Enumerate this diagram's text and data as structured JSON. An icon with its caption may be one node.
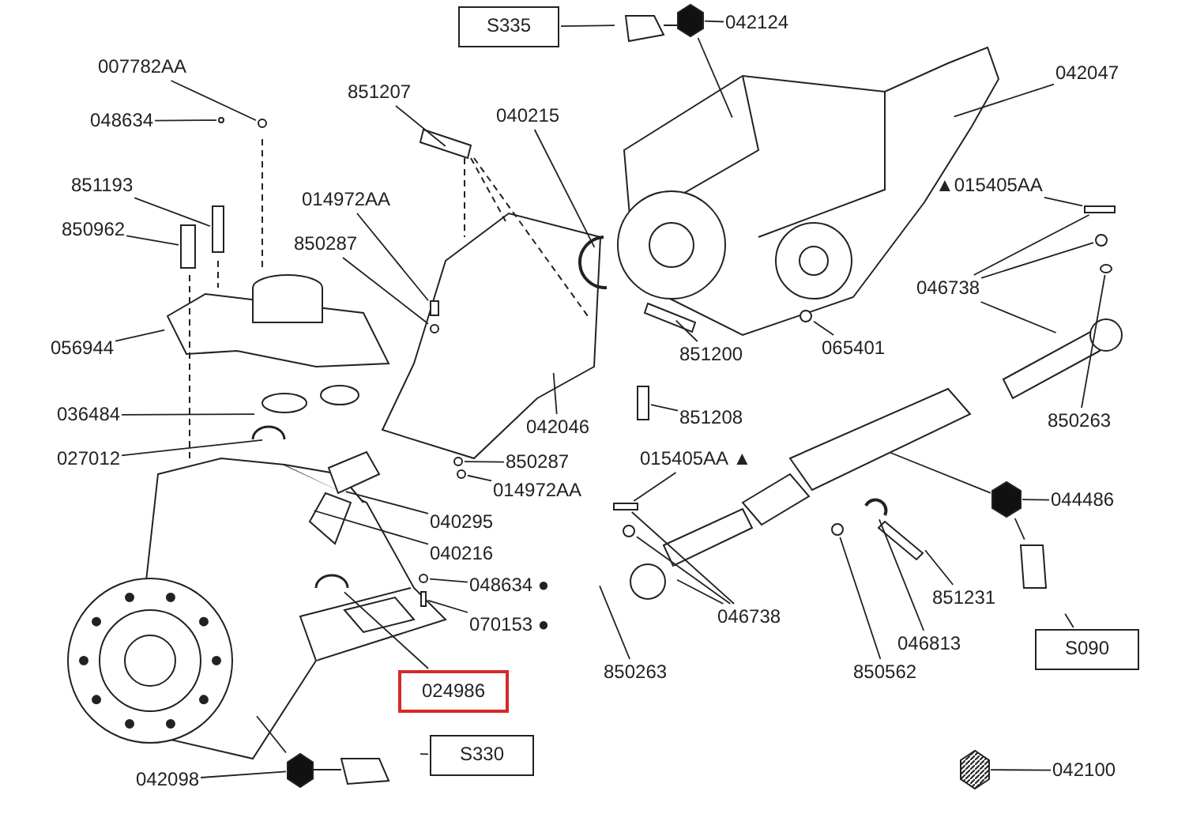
{
  "diagram": {
    "nodes": [
      {
        "text": [
          "S335"
        ]
      },
      {
        "text": [
          "042124"
        ]
      },
      {
        "text": [
          "007782AA"
        ]
      },
      {
        "text": [
          "048634"
        ]
      },
      {
        "text": [
          "851207"
        ]
      },
      {
        "text": [
          "040215"
        ]
      },
      {
        "text": [
          "042047"
        ]
      },
      {
        "text": [
          "851193"
        ]
      },
      {
        "text": [
          "014972AA"
        ]
      },
      {
        "text": [
          "850962"
        ]
      },
      {
        "text": [
          "▲015405AA"
        ]
      },
      {
        "text": [
          "850287"
        ]
      },
      {
        "text": [
          "046738"
        ]
      },
      {
        "text": [
          "056944"
        ]
      },
      {
        "text": [
          "851200"
        ]
      },
      {
        "text": [
          "065401"
        ]
      },
      {
        "text": [
          "850263"
        ]
      },
      {
        "text": [
          "036484"
        ]
      },
      {
        "text": [
          "042046"
        ]
      },
      {
        "text": [
          "851208"
        ]
      },
      {
        "text": [
          "027012"
        ]
      },
      {
        "text": [
          "850287"
        ]
      },
      {
        "text": [
          "015405AA ▲"
        ]
      },
      {
        "text": [
          "014972AA"
        ]
      },
      {
        "text": [
          "044486"
        ]
      },
      {
        "text": [
          "040295"
        ]
      },
      {
        "text": [
          "040216"
        ]
      },
      {
        "text": [
          "046738"
        ]
      },
      {
        "text": [
          "048634 ●"
        ]
      },
      {
        "text": [
          "851231"
        ]
      },
      {
        "text": [
          "070153 ●"
        ]
      },
      {
        "text": [
          "S090"
        ]
      },
      {
        "text": [
          "046813"
        ]
      },
      {
        "text": [
          "850263"
        ]
      },
      {
        "text": [
          "024986"
        ]
      },
      {
        "text": [
          "850562"
        ]
      },
      {
        "text": [
          "S330"
        ]
      },
      {
        "text": [
          "042098"
        ]
      },
      {
        "text": [
          "042100"
        ]
      },
      {
        "text": [],
        "shape": "hexagon"
      },
      {
        "text": [],
        "shape": "circle"
      },
      {
        "text": [],
        "shape": "circle"
      },
      {
        "text": [],
        "shape": "bar"
      },
      {
        "text": [],
        "shape": "bar"
      },
      {
        "text": [],
        "shape": "bar"
      },
      {
        "text": [],
        "shape": "circle"
      },
      {
        "text": [],
        "shape": "circle"
      },
      {
        "text": [],
        "shape": "circle"
      },
      {
        "text": [],
        "shape": "circle"
      },
      {
        "text": [],
        "shape": "bar"
      },
      {
        "text": [],
        "shape": "circle"
      },
      {
        "text": [],
        "shape": "circle"
      },
      {
        "text": [],
        "shape": "circle"
      },
      {
        "text": [],
        "shape": "bar"
      },
      {
        "text": [],
        "shape": "circle"
      },
      {
        "text": [],
        "shape": "hexagon"
      },
      {
        "text": [],
        "shape": "hexagon"
      },
      {
        "text": [],
        "shape": "hexagon"
      },
      {
        "text": [],
        "shape": "bar"
      },
      {
        "text": [],
        "shape": "circle"
      },
      {
        "text": [],
        "shape": "bar"
      }
    ],
    "edges": [
      {
        "from": 0,
        "to": null,
        "arrow": "none"
      },
      {
        "from": 1,
        "to": 39,
        "arrow": "none"
      },
      {
        "from": 2,
        "to": 40,
        "arrow": "none"
      },
      {
        "from": 3,
        "to": 41,
        "arrow": "none"
      },
      {
        "from": 4,
        "to": null,
        "arrow": "none"
      },
      {
        "from": 5,
        "to": null,
        "arrow": "none"
      },
      {
        "from": 6,
        "to": null,
        "arrow": "none"
      },
      {
        "from": 7,
        "to": 42,
        "arrow": "none"
      },
      {
        "from": 8,
        "to": 44,
        "arrow": "none"
      },
      {
        "from": 9,
        "to": 43,
        "arrow": "none"
      },
      {
        "from": 10,
        "to": 58,
        "arrow": "none"
      },
      {
        "from": 11,
        "to": 45,
        "arrow": "none"
      },
      {
        "from": 12,
        "to": 58,
        "arrow": "none"
      },
      {
        "from": 12,
        "to": 46,
        "arrow": "none"
      },
      {
        "from": 12,
        "to": null,
        "arrow": "none"
      },
      {
        "from": 13,
        "to": null,
        "arrow": "none"
      },
      {
        "from": 14,
        "to": null,
        "arrow": "none"
      },
      {
        "from": 15,
        "to": 47,
        "arrow": "none"
      },
      {
        "from": 16,
        "to": 48,
        "arrow": "none"
      },
      {
        "from": 17,
        "to": null,
        "arrow": "none"
      },
      {
        "from": 18,
        "to": null,
        "arrow": "none"
      },
      {
        "from": 19,
        "to": 49,
        "arrow": "none"
      },
      {
        "from": 20,
        "to": null,
        "arrow": "none"
      },
      {
        "from": 21,
        "to": 50,
        "arrow": "none"
      },
      {
        "from": 22,
        "to": 60,
        "arrow": "none"
      },
      {
        "from": 23,
        "to": 51,
        "arrow": "none"
      },
      {
        "from": 24,
        "to": 55,
        "arrow": "none"
      },
      {
        "from": 25,
        "to": null,
        "arrow": "none"
      },
      {
        "from": 26,
        "to": null,
        "arrow": "none"
      },
      {
        "from": 27,
        "to": 60,
        "arrow": "none"
      },
      {
        "from": 27,
        "to": 59,
        "arrow": "none"
      },
      {
        "from": 27,
        "to": null,
        "arrow": "none"
      },
      {
        "from": 28,
        "to": 52,
        "arrow": "none"
      },
      {
        "from": 29,
        "to": null,
        "arrow": "none"
      },
      {
        "from": 30,
        "to": 53,
        "arrow": "none"
      },
      {
        "from": 31,
        "to": null,
        "arrow": "none"
      },
      {
        "from": 32,
        "to": null,
        "arrow": "none"
      },
      {
        "from": 33,
        "to": null,
        "arrow": "none"
      },
      {
        "from": 34,
        "to": null,
        "arrow": "none"
      },
      {
        "from": 35,
        "to": 54,
        "arrow": "none"
      },
      {
        "from": 36,
        "to": null,
        "arrow": "none"
      },
      {
        "from": 37,
        "to": 56,
        "arrow": "none"
      },
      {
        "from": 38,
        "to": 57,
        "arrow": "none"
      },
      {
        "from": 39,
        "to": null,
        "arrow": "none"
      },
      {
        "from": 55,
        "to": null,
        "arrow": "none"
      },
      {
        "from": 55,
        "to": null,
        "arrow": "none"
      },
      {
        "from": 56,
        "to": null,
        "arrow": "none"
      }
    ]
  }
}
